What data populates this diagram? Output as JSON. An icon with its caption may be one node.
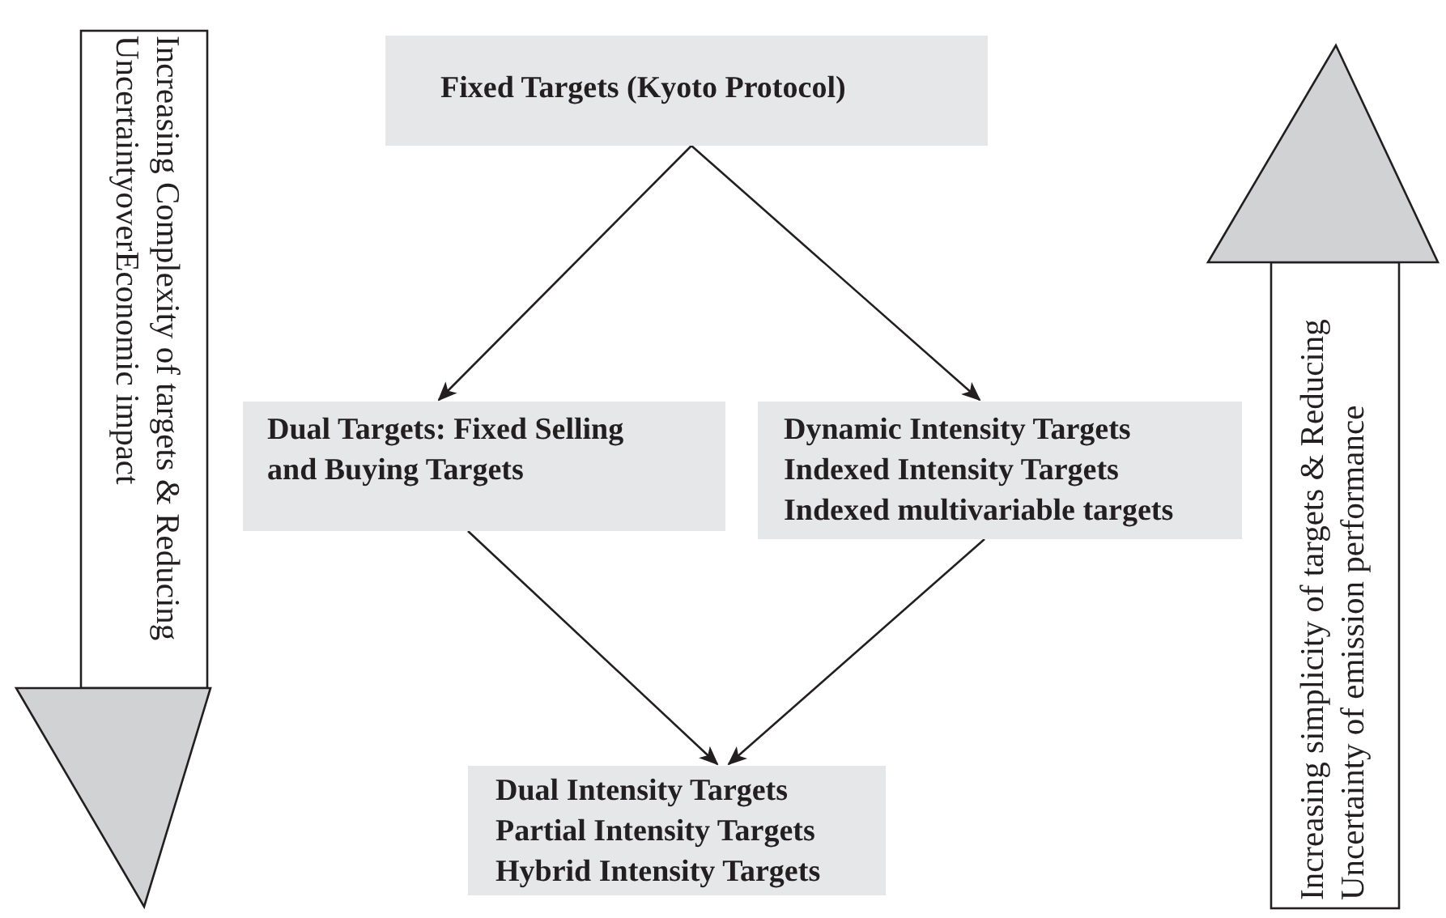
{
  "diagram": {
    "nodes": [
      {
        "text": [
          "Fixed Targets (Kyoto Protocol)"
        ]
      },
      {
        "text": [
          "Dual Targets: Fixed Selling and Buying Targets"
        ]
      },
      {
        "text": [
          "Dynamic Intensity Targets",
          "Indexed Intensity Targets",
          "Indexed multivariable targets"
        ]
      },
      {
        "text": [
          "Dual Intensity Targets",
          "Partial Intensity Targets",
          "Hybrid Intensity Targets"
        ]
      },
      {
        "text": [
          "Increasing Complexity of targets & Reducing UncertaintyoverEconomic impact"
        ]
      },
      {
        "text": [
          "Increasing simplicity of targets & Reducing Uncertainty of emission performance"
        ]
      }
    ],
    "edges": [
      {
        "from": 0,
        "to": 1,
        "arrow": "to"
      },
      {
        "from": 0,
        "to": 2,
        "arrow": "to"
      },
      {
        "from": 1,
        "to": 3,
        "arrow": "to"
      },
      {
        "from": 2,
        "to": 3,
        "arrow": "to"
      }
    ]
  }
}
